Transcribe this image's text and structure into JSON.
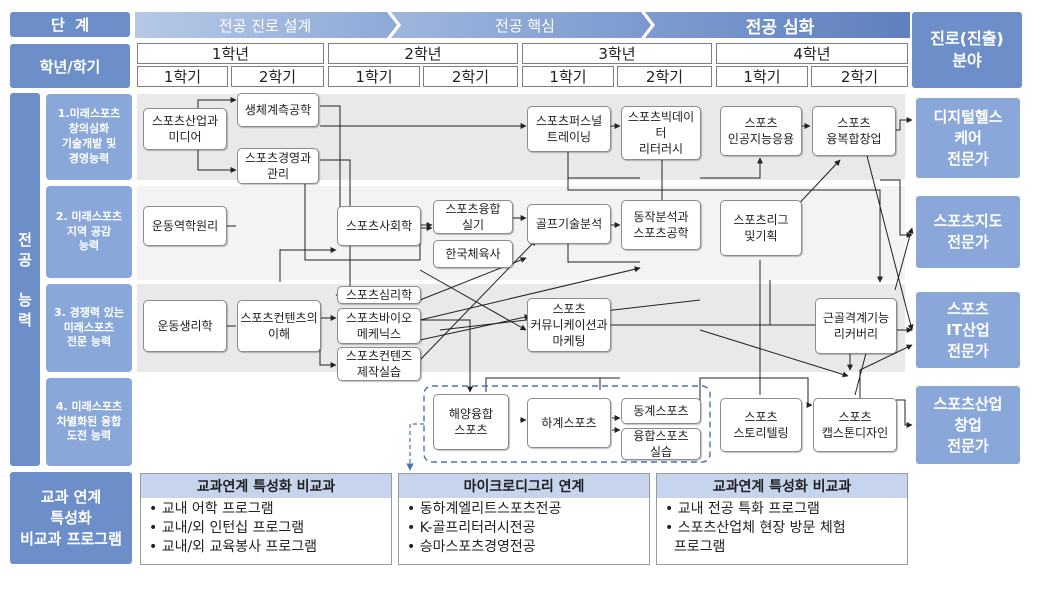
{
  "header": {
    "stage_label": "단  계",
    "grade_label": "학년/학기",
    "competency_label": "전\n공\n\n능\n력",
    "program_label": "교과 연계\n특성화\n비교과 프로그램",
    "career_label": "진로(진출)\n분야"
  },
  "stages": [
    {
      "label": "전공 진로 설계"
    },
    {
      "label": "전공 핵심"
    },
    {
      "label": "전공 심화"
    }
  ],
  "years": [
    "1학년",
    "2학년",
    "3학년",
    "4학년"
  ],
  "semesters": [
    "1학기",
    "2학기",
    "1학기",
    "2학기",
    "1학기",
    "2학기",
    "1학기",
    "2학기"
  ],
  "competencies": [
    "1.미래스포츠\n창의심화\n기술개발 및\n경영능력",
    "2. 미래스포츠\n지역 공감\n능력",
    "3. 경쟁력 있는\n미래스포츠\n전문 능력",
    "4. 미래스포츠\n차별화된 융합\n도전 능력"
  ],
  "courses": {
    "sports_industry_media": "스포츠산업과\n미디어",
    "biometrics": "생체계측공학",
    "sports_management": "스포츠경영과\n관리",
    "exercise_mechanics": "운동역학원리",
    "exercise_physiology": "운동생리학",
    "sports_contents": "스포츠컨텐츠의\n이해",
    "sports_sociology": "스포츠사회학",
    "sports_psychology": "스포츠심리학",
    "sports_biomechanics": "스포츠바이오\n메케닉스",
    "sports_contents_practice": "스포츠컨텐즈\n제작실습",
    "sports_convergence_practice": "스포츠융합\n실기",
    "korean_pe_history": "한국체육사",
    "sports_personal_training": "스포츠퍼스널\n트레이닝",
    "golf_analysis": "골프기술분석",
    "sports_communication": "스포츠\n커뮤니케이션과\n마케팅",
    "sports_bigdata": "스포츠빅데이터\n리터러시",
    "motion_analysis": "동작분석과\n스포츠공학",
    "sports_ai": "스포츠\n인공지능응용",
    "sports_league": "스포츠리그\n및기획",
    "sports_convergence_startup": "스포츠\n융복합창업",
    "musculoskeletal_recovery": "근골격계기능\n리커버리",
    "marine_sports": "해양융합\n스포츠",
    "summer_sports": "하계스포츠",
    "winter_sports": "동계스포츠",
    "convergence_sports_practice": "융합스포츠\n실습",
    "sports_storytelling": "스포츠\n스토리텔링",
    "capstone_design": "스포츠\n캡스톤디자인"
  },
  "careers": [
    "디지털헬스\n케어\n전문가",
    "스포츠지도\n전문가",
    "스포츠\nIT산업\n전문가",
    "스포츠산업\n창업\n전문가"
  ],
  "programs": [
    {
      "title": "교과연계 특성화 비교과",
      "items": [
        "• 교내 어학 프로그램",
        "• 교내/외 인턴십 프로그램",
        "• 교내/외 교육봉사 프로그램"
      ]
    },
    {
      "title": "마이크로디그리 연계",
      "items": [
        "• 동하계엘리트스포츠전공",
        "• K-골프리터러시전공",
        "• 승마스포츠경영전공"
      ]
    },
    {
      "title": "교과연계 특성화 비교과",
      "items": [
        "• 교내 전공 특화 프로그램",
        "• 스포츠산업체 현장 방문 체험",
        "  프로그램"
      ]
    }
  ],
  "colors": {
    "header_blue": "#6d8fc9",
    "stage_blue": "#8aa7d9",
    "band_gray": "#e9e9e9"
  }
}
